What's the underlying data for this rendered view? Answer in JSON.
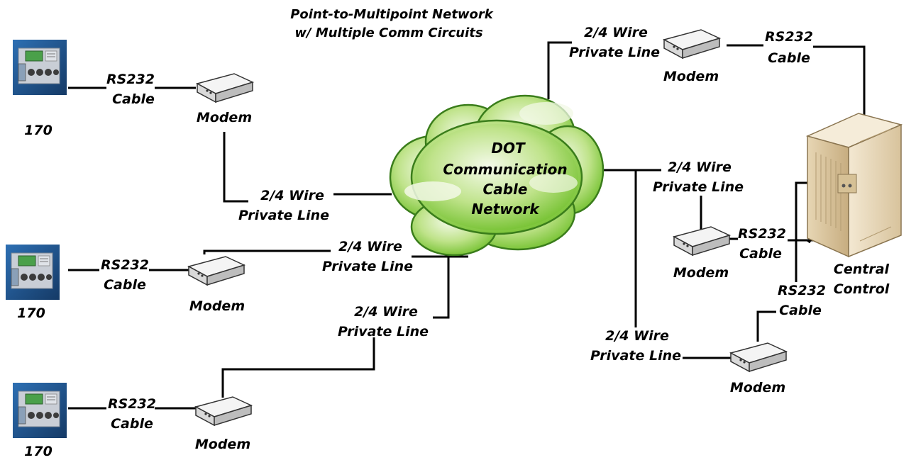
{
  "title": {
    "line1": "Point-to-Multipoint Network",
    "line2": "w/ Multiple Comm Circuits"
  },
  "cloud": {
    "line1": "DOT",
    "line2": "Communication",
    "line3": "Cable",
    "line4": "Network"
  },
  "labels": {
    "rs232_line1": "RS232",
    "rs232_line2": "Cable",
    "wire_line1": "2/4 Wire",
    "wire_line2": "Private Line",
    "modem": "Modem",
    "controller": "170",
    "central_line1": "Central",
    "central_line2": "Control"
  },
  "colors": {
    "cloud_fill": "#8fd040",
    "cloud_highlight": "#f2f8e6",
    "controller_bg": "#1e4f8a",
    "server_body": "#eadcc0"
  },
  "icons": {
    "controller": "traffic-controller-icon",
    "modem": "modem-icon",
    "server": "server-icon",
    "cloud": "cloud-icon"
  }
}
